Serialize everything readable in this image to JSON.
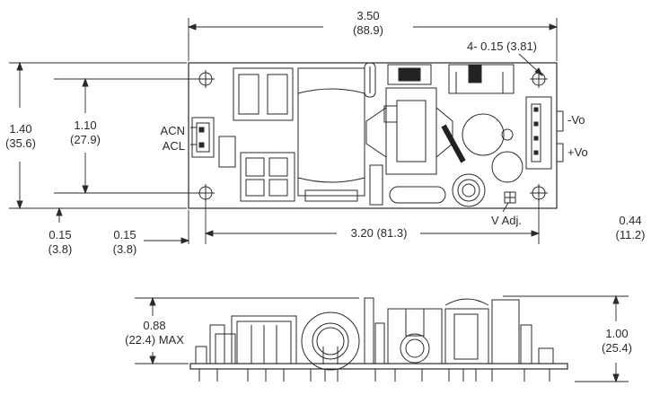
{
  "dimensions": {
    "width_overall": {
      "in": "3.50",
      "mm": "(88.9)"
    },
    "mounting_holes": "4- 0.15 (3.81)",
    "height_overall": {
      "in": "1.40",
      "mm": "(35.6)"
    },
    "hole_spacing_vertical": {
      "in": "1.10",
      "mm": "(27.9)"
    },
    "hole_offset_left": {
      "in": "0.15",
      "mm": "(3.8)"
    },
    "hole_offset_bottom": {
      "in": "0.15",
      "mm": "(3.8)"
    },
    "hole_spacing_horizontal": "3.20 (81.3)",
    "pin_height": {
      "in": "0.44",
      "mm": "(11.2)"
    },
    "component_height": {
      "in": "0.88",
      "mm": "(22.4) MAX"
    },
    "total_height": {
      "in": "1.00",
      "mm": "(25.4)"
    }
  },
  "connectors": {
    "input_neutral": "ACN",
    "input_line": "ACL",
    "output_negative": "-Vo",
    "output_positive": "+Vo",
    "voltage_adjust": "V Adj."
  },
  "colors": {
    "line": "#2a2a2a",
    "board_fill": "#ffffff",
    "dark_fill": "#222222"
  }
}
